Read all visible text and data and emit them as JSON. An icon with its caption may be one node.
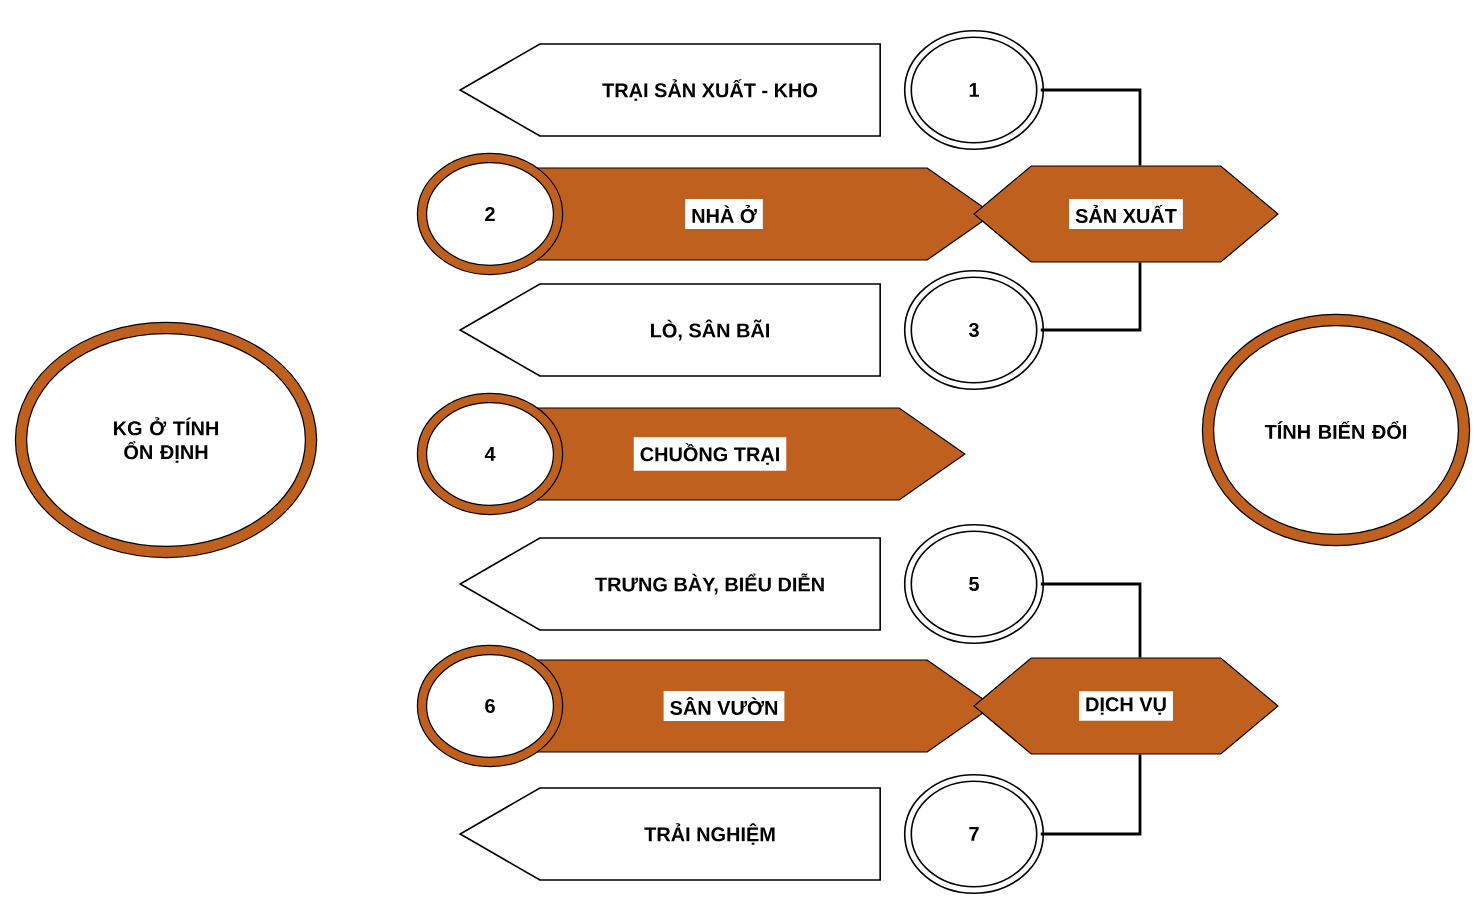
{
  "diagram": {
    "nodes": [
      {
        "text": [
          "KG Ở TÍNH ỔN ĐỊNH"
        ]
      },
      {
        "text": [
          "TÍNH BIẾN ĐỔI"
        ]
      },
      {
        "text": [
          "TRẠI SẢN XUẤT - KHO"
        ]
      },
      {
        "text": [
          "1"
        ]
      },
      {
        "text": [
          "2"
        ]
      },
      {
        "text": [
          "NHÀ Ở"
        ]
      },
      {
        "text": [
          "SẢN XUẤT"
        ]
      },
      {
        "text": [
          "LÒ, SÂN BÃI"
        ]
      },
      {
        "text": [
          "3"
        ]
      },
      {
        "text": [
          "4"
        ]
      },
      {
        "text": [
          "CHUỒNG TRẠI"
        ]
      },
      {
        "text": [
          "TRƯNG BÀY, BIỂU DIỄN"
        ]
      },
      {
        "text": [
          "5"
        ]
      },
      {
        "text": [
          "6"
        ]
      },
      {
        "text": [
          "SÂN VƯỜN"
        ]
      },
      {
        "text": [
          "DỊCH VỤ"
        ]
      },
      {
        "text": [
          "TRẢI NGHIỆM"
        ]
      },
      {
        "text": [
          "7"
        ]
      }
    ],
    "edges": [
      {
        "from": 3,
        "to": 6,
        "arrow": "none"
      },
      {
        "from": 8,
        "to": 6,
        "arrow": "none"
      },
      {
        "from": 12,
        "to": 15,
        "arrow": "none"
      },
      {
        "from": 17,
        "to": 15,
        "arrow": "none"
      }
    ]
  }
}
